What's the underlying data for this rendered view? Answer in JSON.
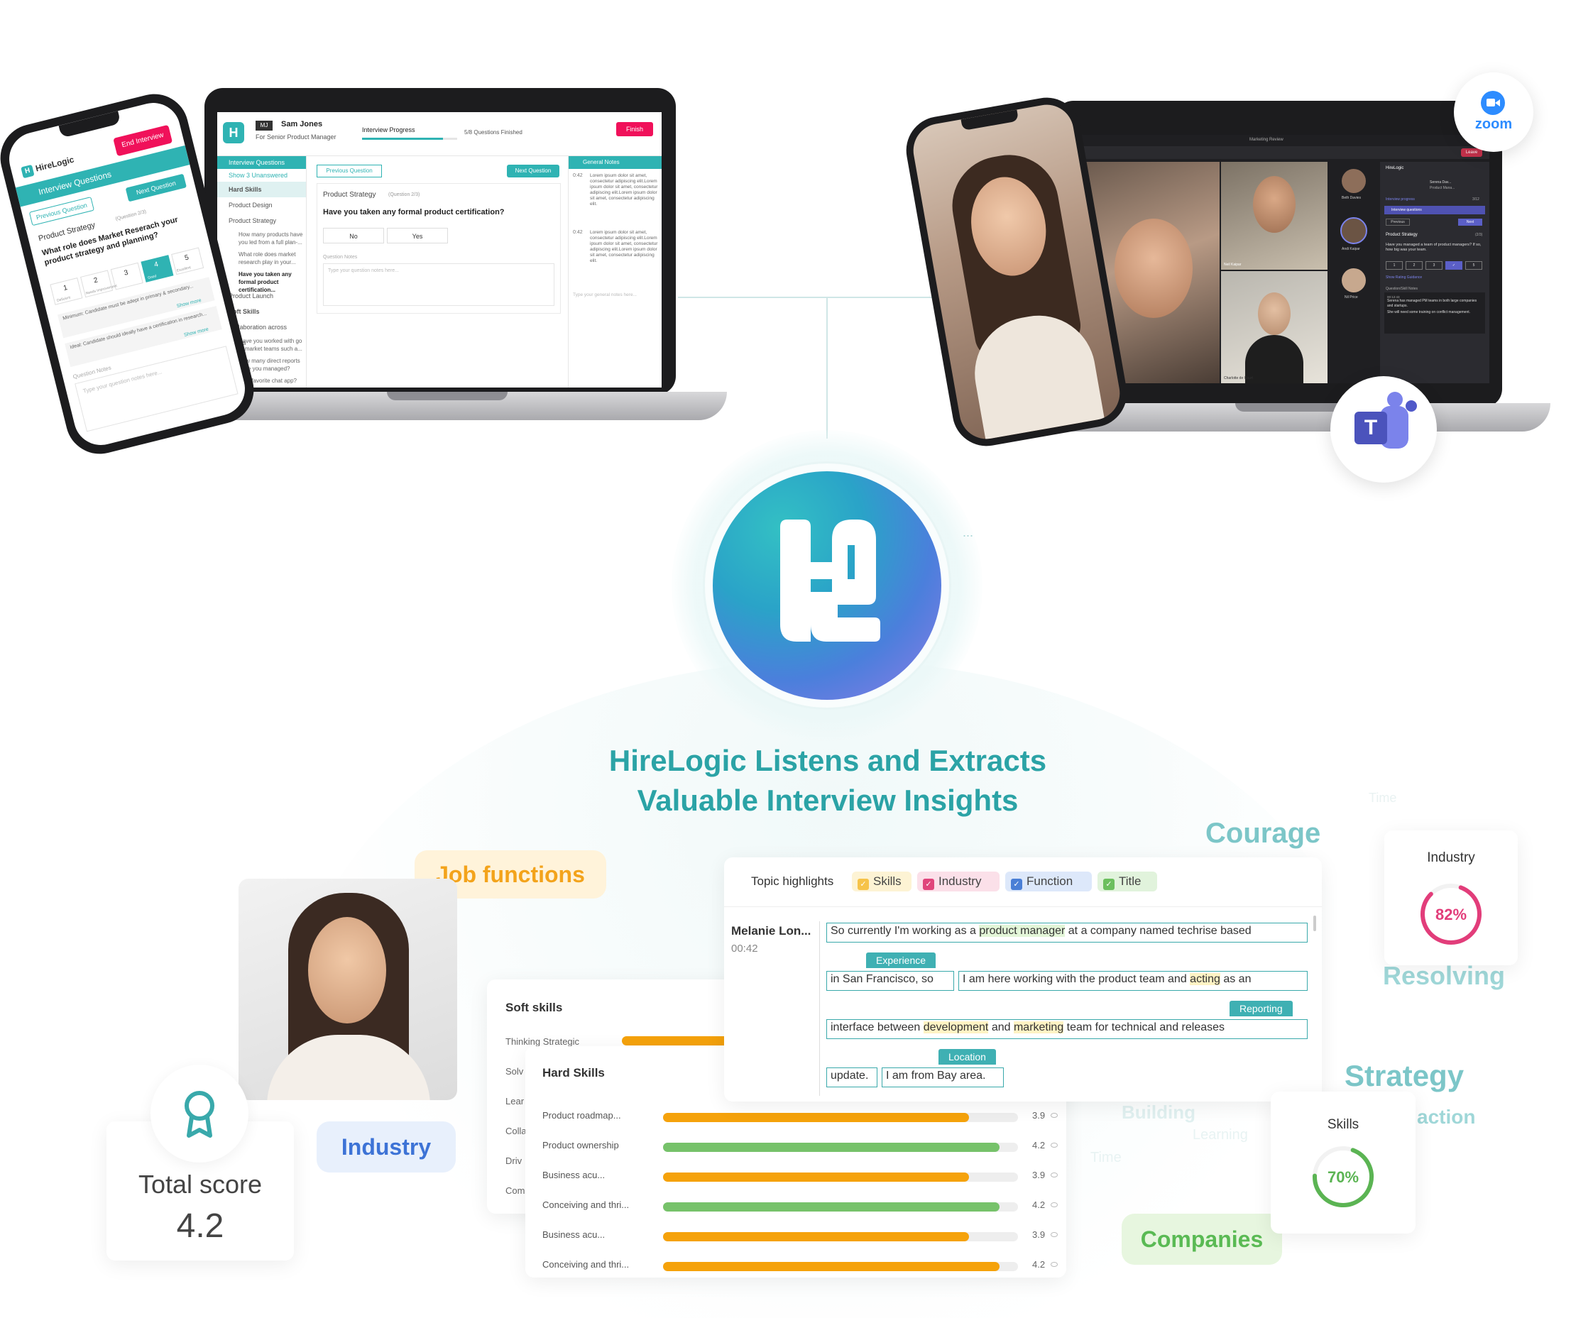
{
  "laptop1": {
    "user_initials": "MJ",
    "candidate_name": "Sam Jones",
    "candidate_role": "For Senior Product Manager",
    "progress_label": "Interview Progress",
    "progress_status": "5/8 Questions Finished",
    "finish_label": "Finish",
    "sidebar_header": "Interview Questions",
    "show_unanswered": "Show 3 Unanswered",
    "sections": {
      "hard_skills": "Hard Skills",
      "product_design": "Product Design",
      "product_strategy": "Product Strategy",
      "product_launch": "Product Launch",
      "soft_skills": "Soft Skills",
      "collaboration": "Collaboration across teams"
    },
    "sub_items": [
      "How many products have you led from a full plan-...",
      "What role does market research play in your...",
      "Have you taken any formal product certification...",
      "Have you worked with go to market teams such a...",
      "How many direct reports have you managed?",
      "Your favorite chat app?"
    ],
    "prev_question": "Previous Question",
    "next_question": "Next Question",
    "question_category": "Product Strategy",
    "question_index": "(Question 2/3)",
    "question_text": "Have you taken any formal product certification?",
    "answer_no": "No",
    "answer_yes": "Yes",
    "notes_label": "Question Notes",
    "notes_placeholder": "Type your question notes here...",
    "general_notes_label": "General Notes",
    "note_time_1": "0:42",
    "note_text_1": "Lorem ipsum dolor sit amet, consectetur adipiscing elit.Lorem ipsum dolor sit amet, consectetur adipiscing elit.Lorem ipsum dolor sit amet, consectetur adipiscing elit.",
    "note_time_2": "0:42",
    "note_text_2": "Lorem ipsum dolor sit amet, consectetur adipiscing elit.Lorem ipsum dolor sit amet, consectetur adipiscing elit.Lorem ipsum dolor sit amet, consectetur adipiscing elit.",
    "general_placeholder": "Type your general notes here..."
  },
  "phone1": {
    "brand": "HireLogic",
    "end_label": "End Interview",
    "section_label": "Interview Questions",
    "prev_label": "Previous Question",
    "next_label": "Next Question",
    "category": "Product Strategy",
    "index": "(Question 2/3)",
    "question": "What role does Market Reserach your product strategy and planning?",
    "ratings": [
      "1",
      "2",
      "3",
      "4",
      "5"
    ],
    "rating_labels": [
      "Deficient",
      "Needs Improvement",
      "",
      "Good",
      "Excellent"
    ],
    "minimum_text": "Minimum: Candidate must be adept in primary & secondary...",
    "ideal_text": "Ideal: Candidate should ideally have a certification in research...",
    "show_more": "Show more",
    "notes_label": "Question Notes",
    "notes_placeholder": "Type your question notes here..."
  },
  "laptop2": {
    "window_title": "Marketing Review",
    "leave_label": "Leave",
    "panel_title": "HireLogic",
    "panel_user": "Serena Dav...",
    "panel_role": "Product Mana...",
    "panel_progress": "Interview progress",
    "panel_progress_count": "3/12",
    "panel_section": "Interview questions",
    "panel_prev": "Previous",
    "panel_next": "Next",
    "panel_category": "Product Strategy",
    "panel_index": "(2/3)",
    "panel_question": "Have you managed a team of product managers? If so, how big was your team.",
    "panel_ratings": [
      "1",
      "2",
      "3",
      "✓",
      "5"
    ],
    "panel_guidance": "Show Rating Guidance",
    "panel_notes_label": "Question/Skill Notes",
    "panel_note_time": "00:12:43",
    "panel_note_1": "Serena has managed PM teams in both large companies and startups.",
    "panel_note_2": "She will need some training on conflict management.",
    "participants": [
      "Beth Davies",
      "Andi Kaipar",
      "Neil Kaipar",
      "Charlotte de Court",
      "Nil Price"
    ]
  },
  "hub": {
    "headline_line1": "HireLogic Listens and Extracts",
    "headline_line2": "Valuable Interview Insights",
    "ellipsis": "..."
  },
  "integrations": {
    "zoom_label": "zoom",
    "teams_letter": "T"
  },
  "tags": {
    "job_functions": "Job functions",
    "industry": "Industry",
    "companies": "Companies",
    "courage": "Courage",
    "resolving": "Resolving",
    "strategy": "Strategy",
    "action": "action",
    "building": "Building",
    "learning": "Learning",
    "time_top": "Time",
    "time_bottom": "Time"
  },
  "total_score": {
    "label": "Total score",
    "value": "4.2"
  },
  "soft_skills": {
    "title": "Soft skills",
    "rows": [
      "Thinking Strategic",
      "Solv",
      "Lear",
      "Colla",
      "Driv",
      "Com"
    ]
  },
  "hard_skills": {
    "title": "Hard Skills",
    "rows": [
      {
        "label": "Product roadmap...",
        "value": "3.9",
        "score": 3.9,
        "color": "#f5a20b"
      },
      {
        "label": "Product ownership",
        "value": "4.2",
        "score": 4.2,
        "color": "#76c26a"
      },
      {
        "label": "Business acu...",
        "value": "3.9",
        "score": 3.9,
        "color": "#f5a20b"
      },
      {
        "label": "Conceiving and thri...",
        "value": "4.2",
        "score": 4.2,
        "color": "#76c26a"
      },
      {
        "label": "Business acu...",
        "value": "3.9",
        "score": 3.9,
        "color": "#f5a20b"
      },
      {
        "label": "Conceiving and thri...",
        "value": "4.2",
        "score": 4.2,
        "color": "#f5a20b"
      }
    ],
    "max": 5
  },
  "topics": {
    "label": "Topic highlights",
    "chips": [
      {
        "label": "Skills",
        "color": "#f6c34a",
        "bg": "#fdf3d4"
      },
      {
        "label": "Industry",
        "color": "#e0457b",
        "bg": "#fbe0e9"
      },
      {
        "label": "Function",
        "color": "#4a7fd6",
        "bg": "#dde8fa"
      },
      {
        "label": "Title",
        "color": "#6cbf5e",
        "bg": "#e1f3dc"
      }
    ],
    "speaker": "Melanie Lon...",
    "timestamp": "00:42",
    "line1_pre": "So currently I'm working as a ",
    "line1_mark": "product manager",
    "line1_post": " at a company named techrise based",
    "tag_experience": "Experience",
    "seg_a": "in San Francisco, so",
    "seg_b_pre": "I am here working with the product team and ",
    "seg_b_mark": "acting",
    "seg_b_post": " as an",
    "tag_reporting": "Reporting",
    "line3_pre": "interface between ",
    "line3_mark1": "development",
    "line3_mid": " and ",
    "line3_mark2": "marketing",
    "line3_post": " team for technical and releases",
    "tag_location": "Location",
    "seg_c": "update.",
    "seg_d": "I am from Bay area."
  },
  "gauges": {
    "industry_label": "Industry",
    "industry_value": "82%",
    "industry_fraction": 0.82,
    "industry_color": "#e23d7a",
    "skills_label": "Skills",
    "skills_value": "70%",
    "skills_fraction": 0.7,
    "skills_color": "#5bb453"
  }
}
